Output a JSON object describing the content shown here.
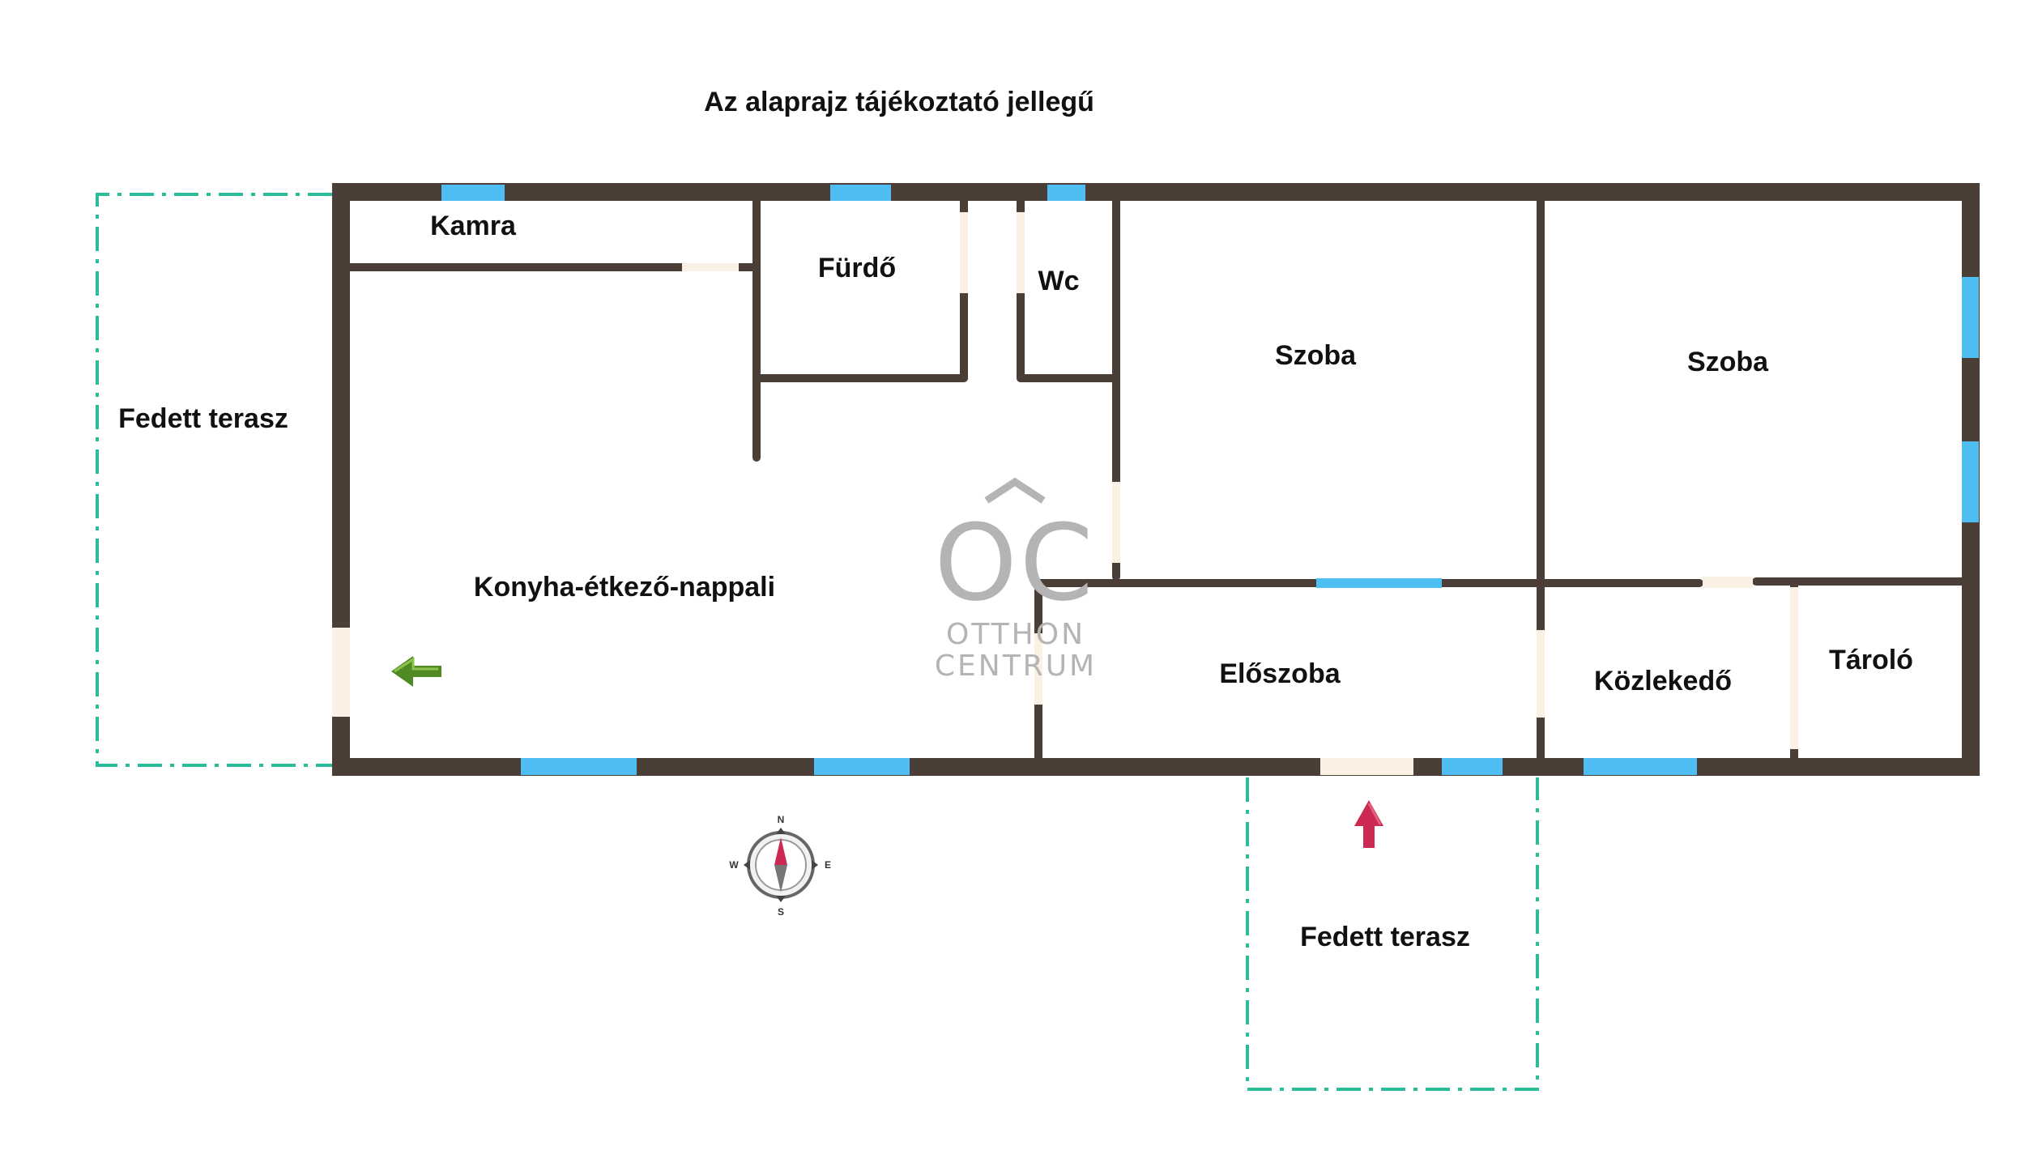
{
  "title": "Az alaprajz tájékoztató jellegű",
  "rooms": {
    "kamra": "Kamra",
    "furdo": "Fürdő",
    "wc": "Wc",
    "szoba_1": "Szoba",
    "szoba_2": "Szoba",
    "fedett_terasz_west": "Fedett terasz",
    "konyha": "Konyha-étkező-nappali",
    "eloszoba": "Előszoba",
    "kozlekedo": "Közlekedő",
    "tarolo": "Tároló",
    "fedett_terasz_south": "Fedett terasz"
  },
  "logo": {
    "mark": "OC",
    "line1": "OTTHON",
    "line2": "CENTRUM"
  },
  "compass": {
    "n": "N",
    "s": "S",
    "e": "E",
    "w": "W"
  },
  "colors": {
    "wall": "#4a3e36",
    "window": "#4dbdf2",
    "door": "#faf0e4",
    "terrace": "#2cbc9c",
    "entry_arrow": "#cc2a52",
    "terrace_arrow": "#4f8a22",
    "logo": "#b4b4b4"
  },
  "icons": {
    "entry_arrow": "arrow-up-icon",
    "terrace_arrow": "arrow-left-icon",
    "compass": "compass-icon",
    "logo": "otthon-centrum-logo"
  }
}
